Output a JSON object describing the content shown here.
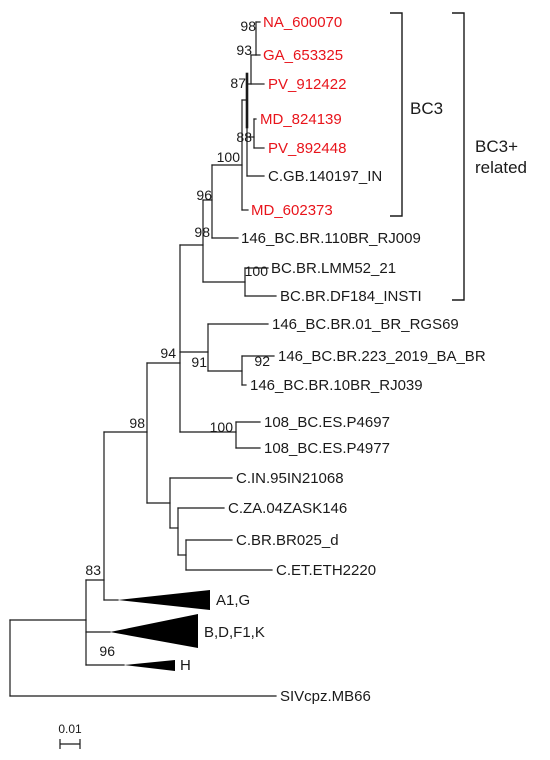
{
  "colors": {
    "highlight": "#e8141b",
    "default": "#1a1a1a",
    "branch": "#1a1a1a",
    "background": "#ffffff"
  },
  "tips": {
    "na_600070": {
      "label": "NA_600070",
      "color": "highlight"
    },
    "ga_653325": {
      "label": "GA_653325",
      "color": "highlight"
    },
    "pv_912422": {
      "label": "PV_912422",
      "color": "highlight"
    },
    "md_824139": {
      "label": "MD_824139",
      "color": "highlight"
    },
    "pv_892448": {
      "label": "PV_892448",
      "color": "highlight"
    },
    "c_gb_140197_in": {
      "label": "C.GB.140197_IN",
      "color": "default"
    },
    "md_602373": {
      "label": "MD_602373",
      "color": "highlight"
    },
    "bc_br_110br_rj009": {
      "label": "146_BC.BR.110BR_RJ009",
      "color": "default"
    },
    "bc_br_lmm52_21": {
      "label": "BC.BR.LMM52_21",
      "color": "default"
    },
    "bc_br_df184_insti": {
      "label": "BC.BR.DF184_INSTI",
      "color": "default"
    },
    "bc_br_01_br_rgs69": {
      "label": "146_BC.BR.01_BR_RGS69",
      "color": "default"
    },
    "bc_br_223_2019_ba_br": {
      "label": "146_BC.BR.223_2019_BA_BR",
      "color": "default"
    },
    "bc_br_10br_rj039": {
      "label": "146_BC.BR.10BR_RJ039",
      "color": "default"
    },
    "bc_es_p4697": {
      "label": "108_BC.ES.P4697",
      "color": "default"
    },
    "bc_es_p4977": {
      "label": "108_BC.ES.P4977",
      "color": "default"
    },
    "c_in_95in21068": {
      "label": "C.IN.95IN21068",
      "color": "default"
    },
    "c_za_04zask146": {
      "label": "C.ZA.04ZASK146",
      "color": "default"
    },
    "c_br_br025_d": {
      "label": "C.BR.BR025_d",
      "color": "default"
    },
    "c_et_eth2220": {
      "label": "C.ET.ETH2220",
      "color": "default"
    },
    "siv_cpz_mb66": {
      "label": "SIVcpz.MB66",
      "color": "default"
    }
  },
  "collapsed_clades": {
    "a1_g": {
      "label": "A1,G"
    },
    "b_d_f1_k": {
      "label": "B,D,F1,K"
    },
    "h": {
      "label": "H"
    }
  },
  "support_values": {
    "na_ga": "98",
    "ga_node": "93",
    "pv_node": "87",
    "md_pv": "88",
    "bc3_node": "100",
    "bc3_plus_node": "96",
    "rj009_node": "98",
    "lmm_df_node": "100",
    "brazil_group_node": "91",
    "ba_br_node": "92",
    "bc_big_node": "94",
    "es_node": "100",
    "c_node": "98",
    "outer_node": "83",
    "bdfk_node": "96"
  },
  "brackets": {
    "bc3": "BC3",
    "bc3_plus_line1": "BC3+",
    "bc3_plus_line2": "related"
  },
  "scale_bar": {
    "label": "0.01",
    "value": 0.01
  }
}
